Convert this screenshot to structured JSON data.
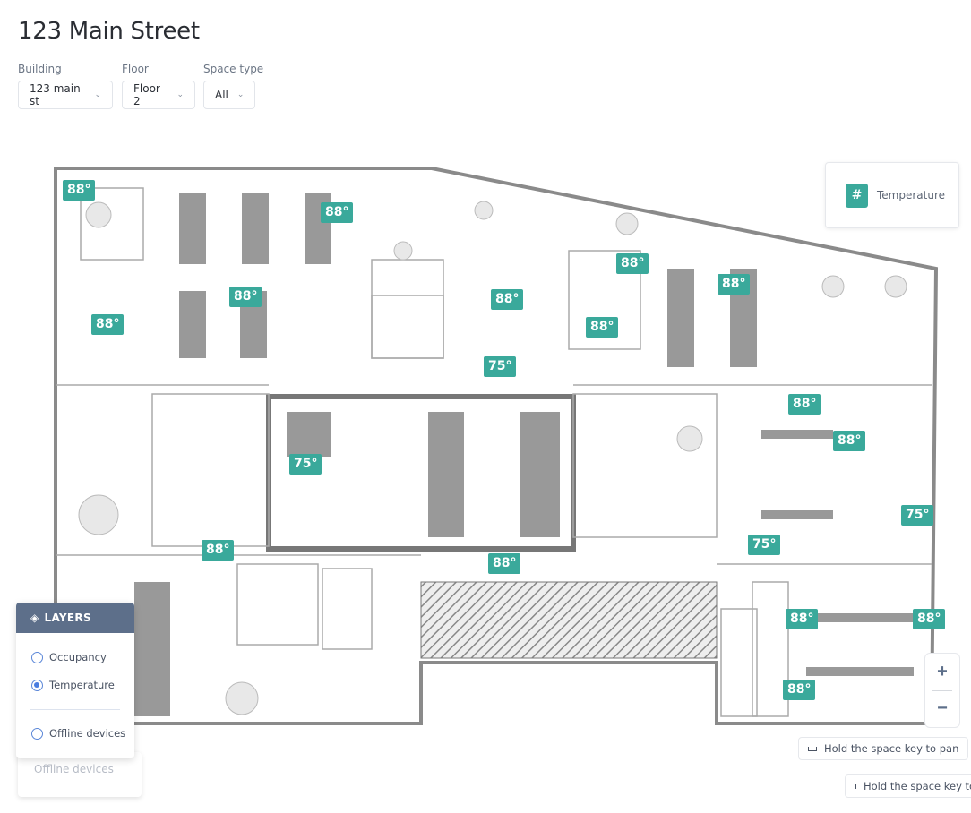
{
  "title": "123 Main Street",
  "filters": [
    {
      "label": "Building",
      "value": "123 main st"
    },
    {
      "label": "Floor",
      "value": "Floor 2"
    },
    {
      "label": "Space type",
      "value": "All"
    }
  ],
  "legend": {
    "icon": "#",
    "label": "Temperature"
  },
  "layers": {
    "title": "LAYERS",
    "options": [
      {
        "label": "Occupancy",
        "selected": false
      },
      {
        "label": "Temperature",
        "selected": true
      },
      {
        "label": "Offline devices",
        "selected": false
      }
    ]
  },
  "temperatures": [
    "88°",
    "88°",
    "88°",
    "88°",
    "88°",
    "88°",
    "88°",
    "88°",
    "75°",
    "88°",
    "88°",
    "75°",
    "88°",
    "88°",
    "75°",
    "75°",
    "88°",
    "88°",
    "88°"
  ],
  "zoom": {
    "in": "+",
    "out": "−"
  },
  "hint": "Hold the space key to pan",
  "ghost_hint": "Hold the space key to pan",
  "ghost_layer": "Offline devices",
  "accent": "#3aa99b"
}
